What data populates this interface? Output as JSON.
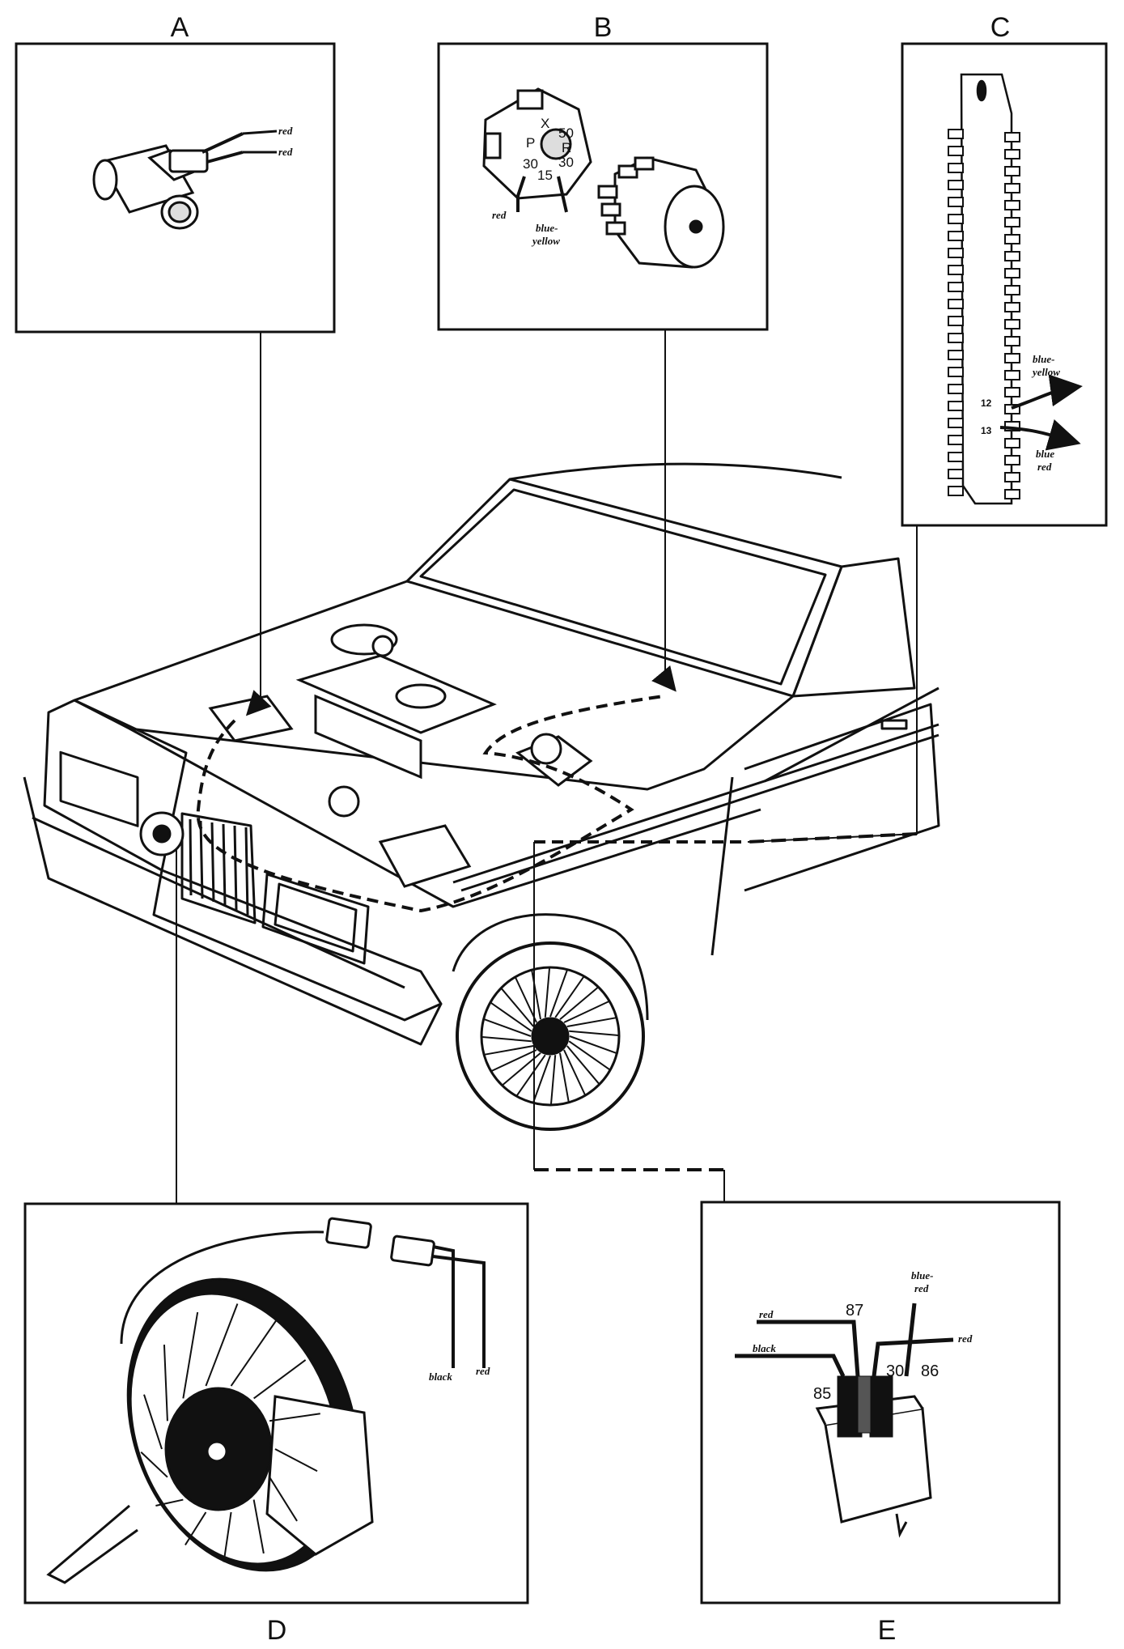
{
  "panels": {
    "a": {
      "letter": "A",
      "wire_1": "red",
      "wire_2": "red"
    },
    "b": {
      "letter": "B",
      "wire_red": "red",
      "wire_blue_yellow_1": "blue-",
      "wire_blue_yellow_2": "yellow",
      "switch_positions": [
        "X",
        "50",
        "P",
        "R",
        "30",
        "30",
        "15"
      ]
    },
    "c": {
      "letter": "C",
      "wire_blue_yellow_1": "blue-",
      "wire_blue_yellow_2": "yellow",
      "wire_blue_red_1": "blue",
      "wire_blue_red_2": "red",
      "terminal_12": "12",
      "terminal_13": "13"
    },
    "d": {
      "letter": "D",
      "wire_black": "black",
      "wire_red": "red"
    },
    "e": {
      "letter": "E",
      "wire_red_left": "red",
      "wire_black": "black",
      "wire_blue_red_1": "blue-",
      "wire_blue_red_2": "red",
      "wire_red_right": "red",
      "pin_87": "87",
      "pin_85": "85",
      "pin_30": "30",
      "pin_86": "86"
    }
  },
  "colors": {
    "ink": "#111111",
    "paper": "#ffffff"
  }
}
